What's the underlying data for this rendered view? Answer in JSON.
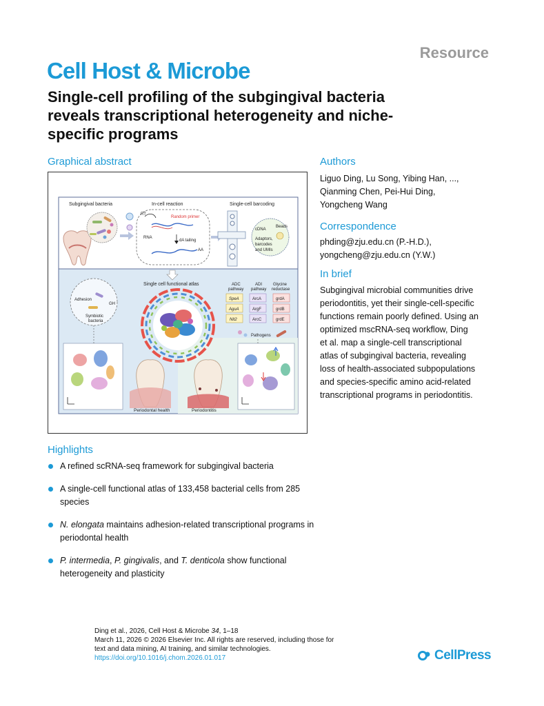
{
  "header": {
    "resource_label": "Resource",
    "journal": "Cell Host & Microbe"
  },
  "article": {
    "title_lines": [
      "Single-cell profiling of the subgingival bacteria",
      "reveals transcriptional heterogeneity and niche-",
      "specific programs"
    ]
  },
  "graphical_abstract": {
    "heading": "Graphical abstract",
    "labels": {
      "subgingival_bacteria": "Subgingival bacteria",
      "in_cell_reaction": "In-cell reaction",
      "single_cell_barcoding": "Single-cell barcoding",
      "rt": "RT",
      "random_primer": "Random primer",
      "rna": "RNA",
      "da_tailing": "dA tailing",
      "aa": "AA",
      "cdna": "cDNA",
      "beads": "Beads",
      "adaptors": "Adaptors,",
      "barcodes": "barcodes",
      "umis": "and UMIs",
      "atlas": "Single cell functional atlas",
      "adhesion": "Adhesion",
      "gh": "GH",
      "symbiotic1": "Symbiotic",
      "symbiotic2": "bacteria",
      "adc1": "ADC",
      "adc2": "pathway",
      "adi1": "ADI",
      "adi2": "pathway",
      "gly1": "Glycine",
      "gly2": "reductase",
      "pathogens": "Pathogens",
      "health": "Periodontal health",
      "periodontitis": "Periodontitis"
    },
    "genes": {
      "adc": [
        "SpeA",
        "AguA",
        "Nit2"
      ],
      "adi": [
        "ArcA",
        "ArgF",
        "ArcC"
      ],
      "gly": [
        "grdA",
        "grdB",
        "grdE"
      ]
    }
  },
  "authors": {
    "heading": "Authors",
    "lines": [
      "Liguo Ding, Lu Song, Yibing Han, ...,",
      "Qianming Chen, Pei-Hui Ding,",
      "Yongcheng Wang"
    ]
  },
  "correspondence": {
    "heading": "Correspondence",
    "lines": [
      "phding@zju.edu.cn (P.-H.D.),",
      "yongcheng@zju.edu.cn (Y.W.)"
    ]
  },
  "in_brief": {
    "heading": "In brief",
    "lines": [
      "Subgingival microbial communities drive",
      "periodontitis, yet their single-cell-specific",
      "functions remain poorly defined. Using an",
      "optimized mscRNA-seq workflow, Ding",
      "et al. map a single-cell transcriptional",
      "atlas of subgingival bacteria, revealing",
      "loss of health-associated subpopulations",
      "and species-specific amino acid-related",
      "transcriptional programs in periodontitis."
    ]
  },
  "highlights": {
    "heading": "Highlights",
    "items": [
      {
        "parts": [
          {
            "t": "A refined scRNA-seq framework for subgingival bacteria",
            "i": false
          }
        ]
      },
      {
        "parts": [
          {
            "t": "A single-cell functional atlas of 133,458 bacterial cells from 285 species",
            "i": false
          }
        ]
      },
      {
        "parts": [
          {
            "t": "N. elongata",
            "i": true
          },
          {
            "t": " maintains adhesion-related transcriptional programs in periodontal health",
            "i": false
          }
        ]
      },
      {
        "parts": [
          {
            "t": "P. intermedia",
            "i": true
          },
          {
            "t": ", ",
            "i": false
          },
          {
            "t": "P. gingivalis",
            "i": true
          },
          {
            "t": ", and ",
            "i": false
          },
          {
            "t": "T. denticola",
            "i": true
          },
          {
            "t": " show functional heterogeneity and plasticity",
            "i": false
          }
        ]
      }
    ]
  },
  "footer": {
    "citation_prefix": "Ding et al., 2026, Cell Host & Microbe ",
    "volume": "34",
    "citation_suffix": ", 1–18",
    "line2": "March 11, 2026 © 2026 Elsevier Inc. All rights are reserved, including those for",
    "line3": "text and data mining, AI training, and similar technologies.",
    "doi": "https://doi.org/10.1016/j.chom.2026.01.017"
  },
  "brand": {
    "cellpress": "CellPress",
    "icon": "cellpress-logo-icon"
  },
  "colors": {
    "accent": "#1c9ad6",
    "muted": "#9a9a9a",
    "panel_light": "#dce9f4"
  }
}
